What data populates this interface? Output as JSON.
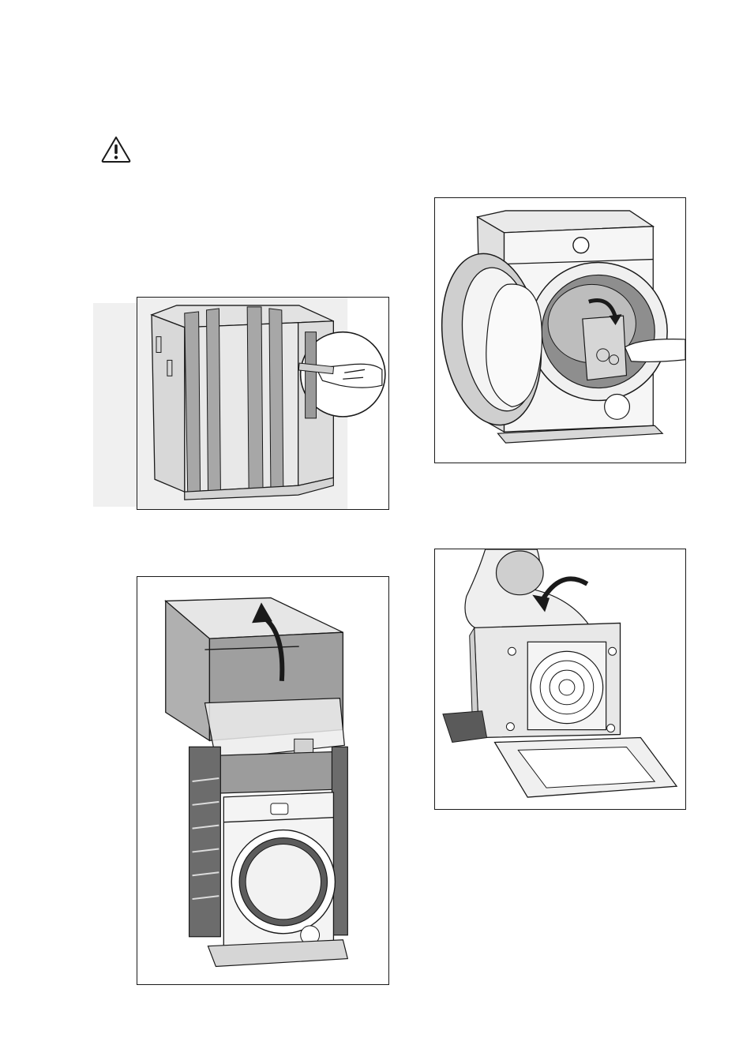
{
  "page": {
    "warning_icon": "warning-triangle-icon"
  },
  "figures": [
    {
      "id": "fig-cut-straps",
      "icon": "box-with-straps-and-cutter"
    },
    {
      "id": "fig-remove-polystyrene",
      "icon": "washer-door-open-hand"
    },
    {
      "id": "fig-lift-carton",
      "icon": "carton-lift-arrow"
    },
    {
      "id": "fig-tilt-machine",
      "icon": "person-tilting-washer"
    }
  ]
}
